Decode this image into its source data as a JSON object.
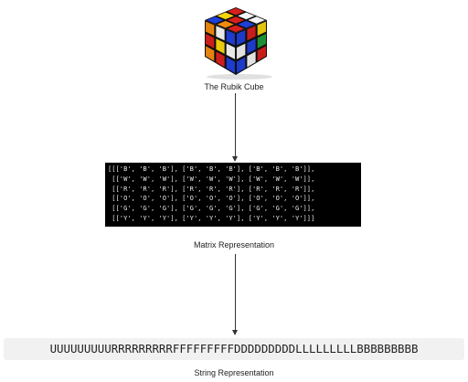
{
  "cube": {
    "caption": "The Rubik Cube",
    "icon": "rubik-cube-icon",
    "colors": {
      "red": "#d7201d",
      "blue": "#1f3fd8",
      "white": "#f4f4f4",
      "yellow": "#f6d40f",
      "orange": "#f08a10",
      "green": "#1f9a3a"
    }
  },
  "matrix": {
    "caption": "Matrix Representation",
    "lines": [
      "[[['B', 'B', 'B'], ['B', 'B', 'B'], ['B', 'B', 'B']],",
      " [['W', 'W', 'W'], ['W', 'W', 'W'], ['W', 'W', 'W']],",
      " [['R', 'R', 'R'], ['R', 'R', 'R'], ['R', 'R', 'R']],",
      " [['O', 'O', 'O'], ['O', 'O', 'O'], ['O', 'O', 'O']],",
      " [['G', 'G', 'G'], ['G', 'G', 'G'], ['G', 'G', 'G']],",
      " [['Y', 'Y', 'Y'], ['Y', 'Y', 'Y'], ['Y', 'Y', 'Y']]]"
    ]
  },
  "string": {
    "caption": "String Representation",
    "value": "UUUUUUUUURRRRRRRRRFFFFFFFFFDDDDDDDDDLLLLLLLLLBBBBBBBBB"
  }
}
